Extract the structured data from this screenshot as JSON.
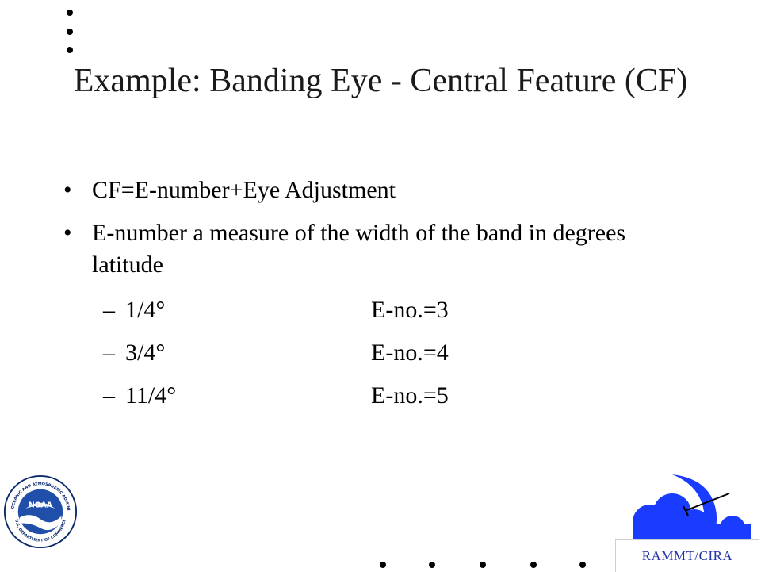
{
  "slide": {
    "title": "Example: Banding Eye - Central Feature (CF)",
    "bullet_mark": "•",
    "bullets": [
      "CF=E-number+Eye Adjustment",
      "E-number a measure of the width of the band in degrees latitude"
    ],
    "sub_dash": "–",
    "sub_items": [
      {
        "amount": "1/4°",
        "enumber": "E-no.=3"
      },
      {
        "amount": "3/4°",
        "enumber": "E-no.=4"
      },
      {
        "amount": "11/4°",
        "enumber": "E-no.=5"
      }
    ]
  },
  "logos": {
    "noaa_text": "NOAA",
    "noaa_ring_top": "NATIONAL OCEANIC AND ATMOSPHERIC ADMINISTRATION",
    "noaa_ring_bottom": "U.S. DEPARTMENT OF COMMERCE",
    "cira_label": "RAMMT/CIRA"
  },
  "colors": {
    "noaa_blue": "#1f4fa8",
    "noaa_navy": "#0b2a6e",
    "cira_blue": "#1a3cff",
    "cira_label": "#2233aa"
  }
}
